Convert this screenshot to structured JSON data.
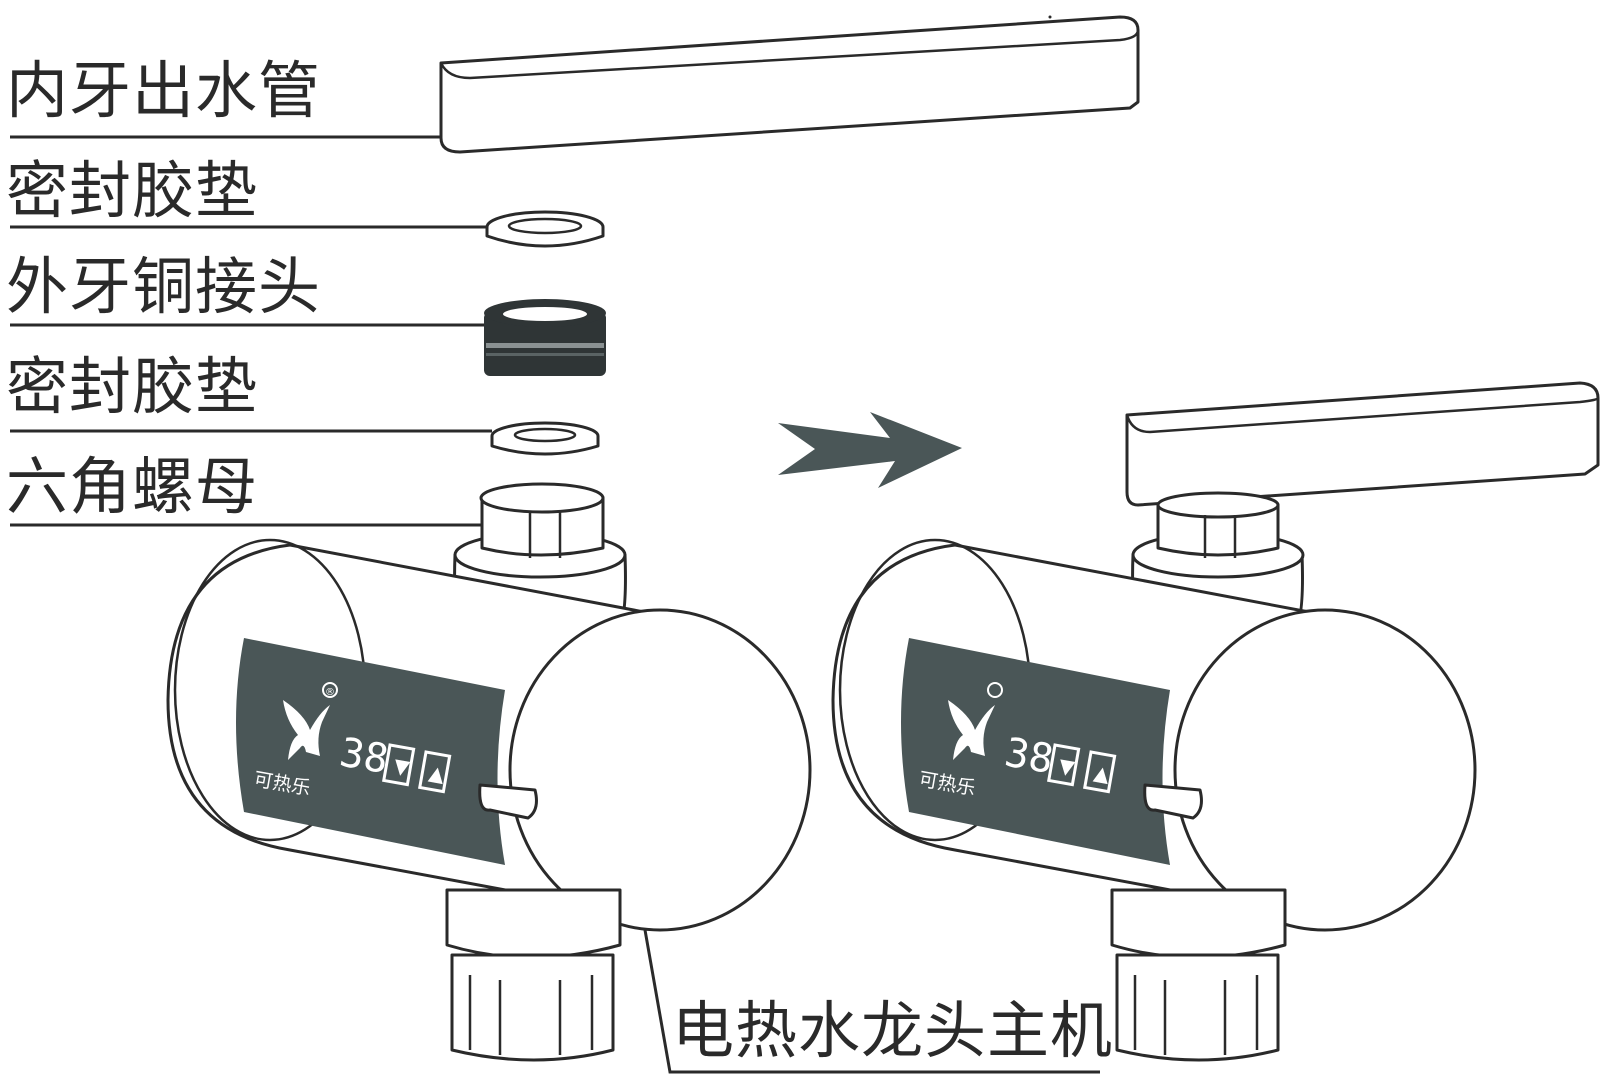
{
  "callouts": {
    "outlet_pipe": "内牙出水管",
    "gasket_top": "密封胶垫",
    "brass_connector": "外牙铜接头",
    "gasket_bottom": "密封胶垫",
    "hex_nut": "六角螺母",
    "main_unit": "电热水龙头主机"
  },
  "device": {
    "brand": "可热乐",
    "display_temp": "38",
    "down_button": "▼",
    "up_button": "▲",
    "registered_mark": "®"
  },
  "colors": {
    "panel": "#4a5657",
    "line": "#2a2a2a",
    "arrow": "#4a5657"
  },
  "icons": {
    "arrow": "right-arrow-icon",
    "logo": "keirele-logo-icon"
  }
}
